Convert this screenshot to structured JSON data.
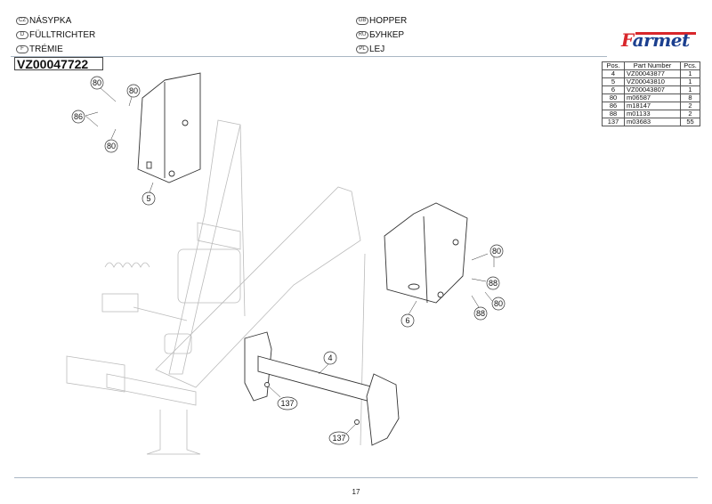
{
  "titles": {
    "left": [
      {
        "code": "CZ",
        "text": "NÁSYPKA"
      },
      {
        "code": "D",
        "text": "FÜLLTRICHTER"
      },
      {
        "code": "F",
        "text": "TRÉMIE"
      }
    ],
    "right": [
      {
        "code": "GB",
        "text": "HOPPER"
      },
      {
        "code": "RU",
        "text": "БУНКЕР"
      },
      {
        "code": "PL",
        "text": "LEJ"
      }
    ]
  },
  "drawing_number": "VZ00047722",
  "logo": {
    "text_first": "F",
    "text_rest": "armet",
    "text": "Farmet",
    "colors": {
      "red": "#d8262b",
      "blue": "#1b3f8f"
    }
  },
  "parts_table": {
    "headers": [
      "Pos.",
      "Part Number",
      "Pcs."
    ],
    "rows": [
      {
        "pos": "4",
        "part": "VZ00043877",
        "pcs": "1"
      },
      {
        "pos": "5",
        "part": "VZ00043810",
        "pcs": "1"
      },
      {
        "pos": "6",
        "part": "VZ00043807",
        "pcs": "1"
      },
      {
        "pos": "80",
        "part": "m06587",
        "pcs": "8"
      },
      {
        "pos": "86",
        "part": "m18147",
        "pcs": "2"
      },
      {
        "pos": "88",
        "part": "m01133",
        "pcs": "2"
      },
      {
        "pos": "137",
        "part": "m03683",
        "pcs": "55"
      }
    ]
  },
  "callouts": {
    "c80a": "80",
    "c80b": "80",
    "c86": "86",
    "c80c": "80",
    "c5": "5",
    "c80d": "80",
    "c88a": "88",
    "c80e": "80",
    "c88b": "88",
    "c6": "6",
    "c4": "4",
    "c137a": "137",
    "c137b": "137"
  },
  "page_number": "17"
}
